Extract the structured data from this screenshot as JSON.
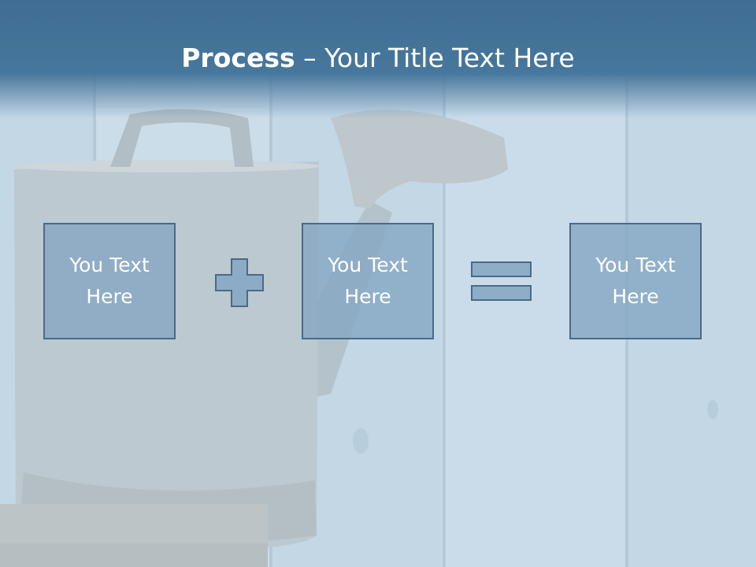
{
  "slide": {
    "title_bold": "Process",
    "title_rest": " – Your Title Text Here",
    "boxes": [
      {
        "label": "You Text Here"
      },
      {
        "label": "You Text Here"
      },
      {
        "label": "You Text Here"
      }
    ],
    "operators": [
      "plus-icon",
      "equals-icon"
    ]
  },
  "colors": {
    "banner": "#47779c",
    "box_fill": "#84a6c2",
    "box_border": "#4a6a86",
    "text": "#ffffff"
  }
}
